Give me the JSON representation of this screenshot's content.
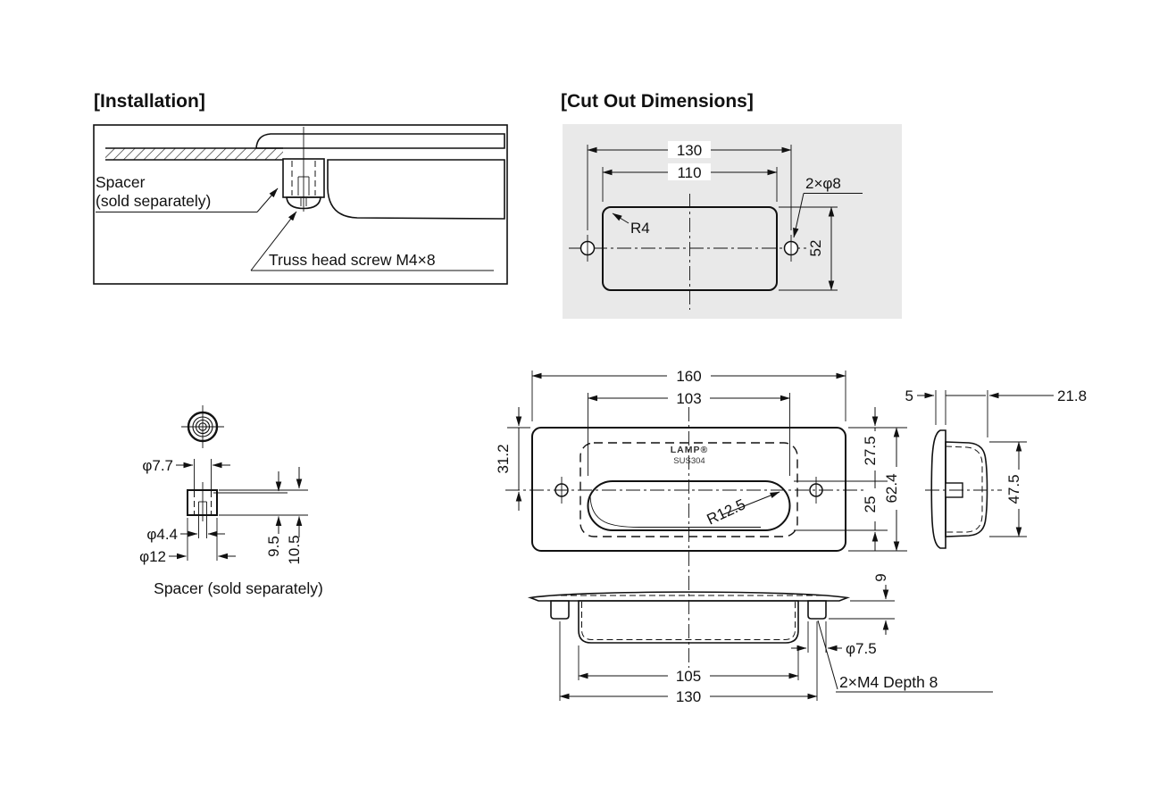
{
  "installation": {
    "title": "[Installation]",
    "spacer_line1": "Spacer",
    "spacer_line2": "(sold separately)",
    "screw_label": "Truss head screw M4×8"
  },
  "cutout": {
    "title": "[Cut Out Dimensions]",
    "dim_width_outer": "130",
    "dim_width_inner": "110",
    "dim_holes": "2×φ8",
    "dim_corner_radius": "R4",
    "dim_height": "52"
  },
  "spacer": {
    "caption": "Spacer (sold separately)",
    "dim_top_dia": "φ7.7",
    "dim_hole_dia": "φ4.4",
    "dim_outer_dia": "φ12",
    "dim_body_height": "9.5",
    "dim_total_height": "10.5"
  },
  "part": {
    "logo": "LAMP®",
    "material": "SUS304",
    "front": {
      "width": "160",
      "handle_width": "103",
      "half_height": "31.2",
      "top_to_recess": "27.5",
      "recess_height": "25",
      "height": "62.4",
      "recess_radius": "R12.5"
    },
    "side": {
      "flange_thickness": "5",
      "depth": "21.8",
      "body_height": "47.5"
    },
    "bottom": {
      "protrusion": "9",
      "boss_dia": "φ7.5",
      "body_width": "105",
      "boss_span": "130",
      "thread_note": "2×M4 Depth 8"
    }
  },
  "colors": {
    "part_fill": "#d2d2d2",
    "panel_fill": "#e9e9e9",
    "spacer_fill": "#d9d9d9",
    "line": "#111111"
  }
}
